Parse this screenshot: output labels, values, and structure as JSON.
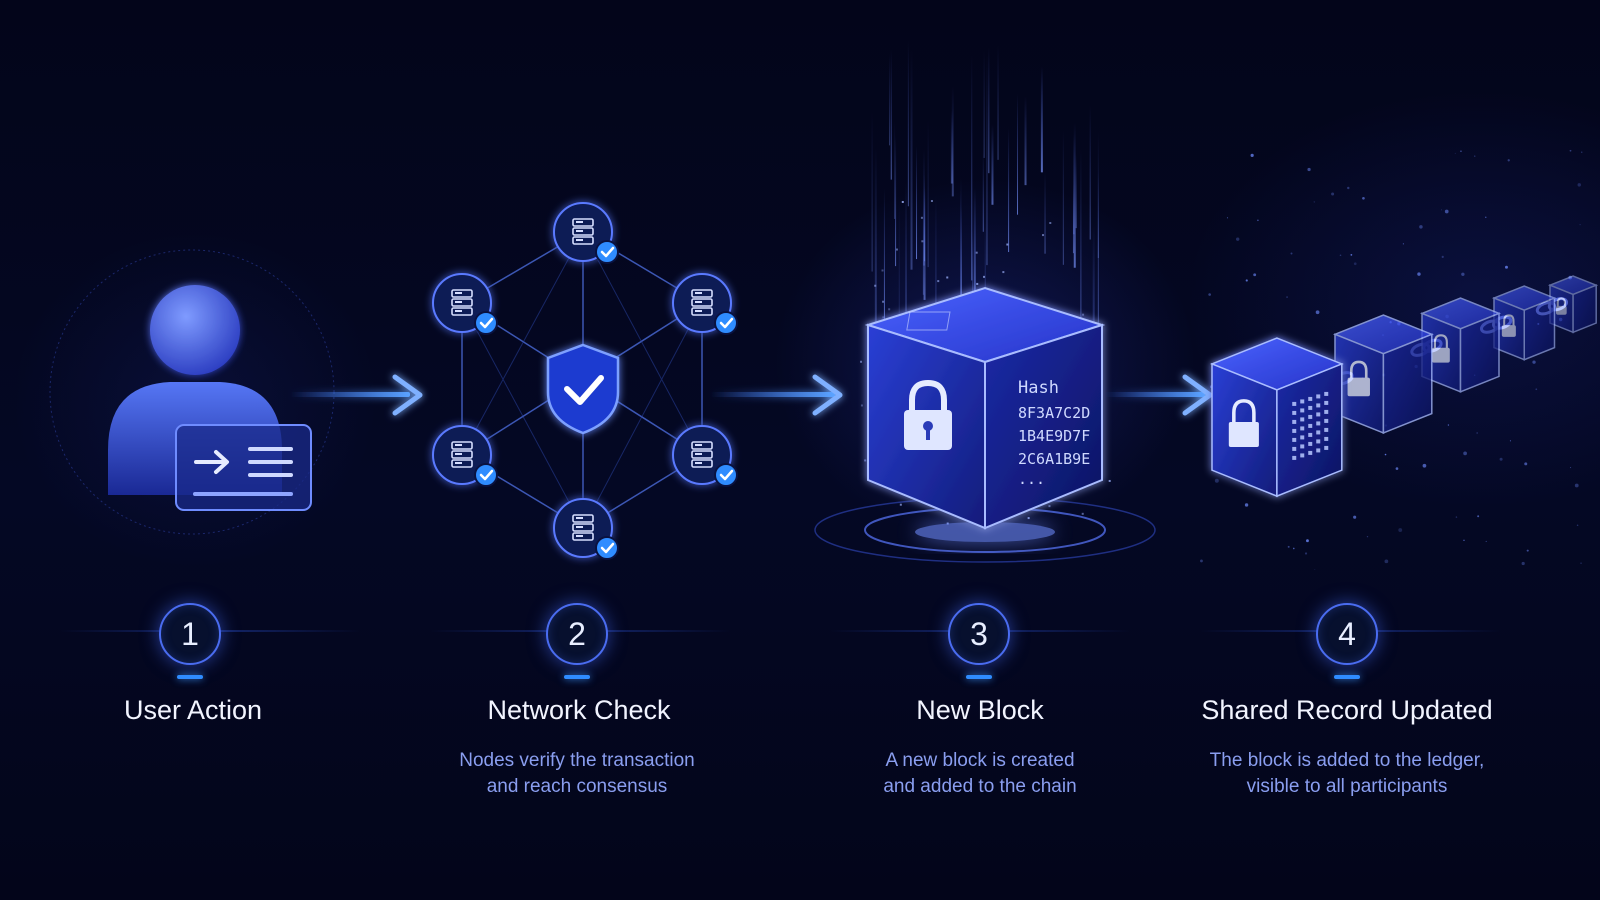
{
  "steps": [
    {
      "number": "1",
      "title": "User Action",
      "desc_lines": []
    },
    {
      "number": "2",
      "title": "Network Check",
      "desc_lines": [
        "Nodes verify the transaction",
        "and reach consensus"
      ]
    },
    {
      "number": "3",
      "title": "New Block",
      "desc_lines": [
        "A new block is created",
        "and added to the chain"
      ]
    },
    {
      "number": "4",
      "title": "Shared Record Updated",
      "desc_lines": [
        "The block is added to the ledger,",
        "visible to all participants"
      ]
    }
  ],
  "block": {
    "hash_label": "Hash",
    "hash_lines": [
      "8F3A7C2D",
      "1B4E9D7F",
      "2C6A1B9E",
      "..."
    ]
  },
  "icons": {
    "user": "user-icon",
    "form": "form-card-icon",
    "server": "server-icon",
    "check_badge": "check-badge-icon",
    "shield": "shield-check-icon",
    "lock": "lock-icon",
    "chain": "chain-link-icon",
    "arrow": "arrow-right-icon"
  },
  "colors": {
    "background": "#03051a",
    "accent_blue": "#2f8cff",
    "glow_blue": "#4a6cf0",
    "text_primary": "#f2f4ff",
    "text_secondary": "#8a9ef0"
  }
}
